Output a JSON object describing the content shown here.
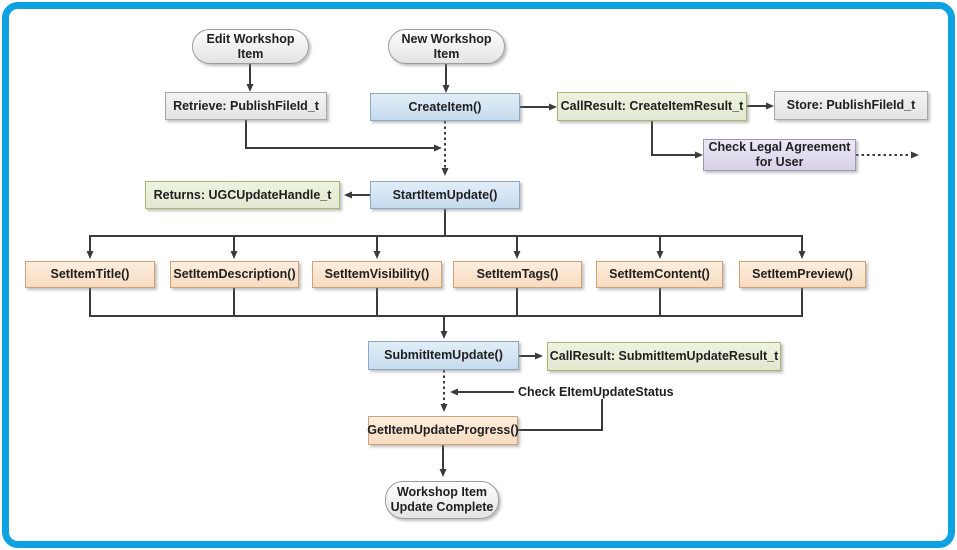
{
  "diagram": {
    "nodes": {
      "edit_workshop_item": "Edit Workshop Item",
      "new_workshop_item": "New Workshop Item",
      "retrieve_publishfileid": "Retrieve: PublishFileId_t",
      "create_item": "CreateItem()",
      "callresult_create_item": "CallResult: CreateItemResult_t",
      "store_publishfileid": "Store: PublishFileId_t",
      "check_legal_agreement": "Check Legal Agreement for User",
      "returns_ugc_update_handle": "Returns: UGCUpdateHandle_t",
      "start_item_update": "StartItemUpdate()",
      "set_item_title": "SetItemTitle()",
      "set_item_description": "SetItemDescription()",
      "set_item_visibility": "SetItemVisibility()",
      "set_item_tags": "SetItemTags()",
      "set_item_content": "SetItemContent()",
      "set_item_preview": "SetItemPreview()",
      "submit_item_update": "SubmitItemUpdate()",
      "callresult_submit_item_update": "CallResult: SubmitItemUpdateResult_t",
      "check_eitemupdatestatus_label": "Check EItemUpdateStatus",
      "get_item_update_progress": "GetItemUpdateProgress()",
      "workshop_item_update_complete": "Workshop Item Update Complete"
    },
    "colors": {
      "frame_border": "#0ea2e2",
      "api_fill": "#cfe1f2",
      "result_fill": "#e8eed9",
      "setter_fill": "#fae3cb",
      "action_fill": "#e5e0f0",
      "data_fill": "#ededed",
      "terminal_fill": "#f2f2f2",
      "connector": "#3c3c3c"
    }
  }
}
